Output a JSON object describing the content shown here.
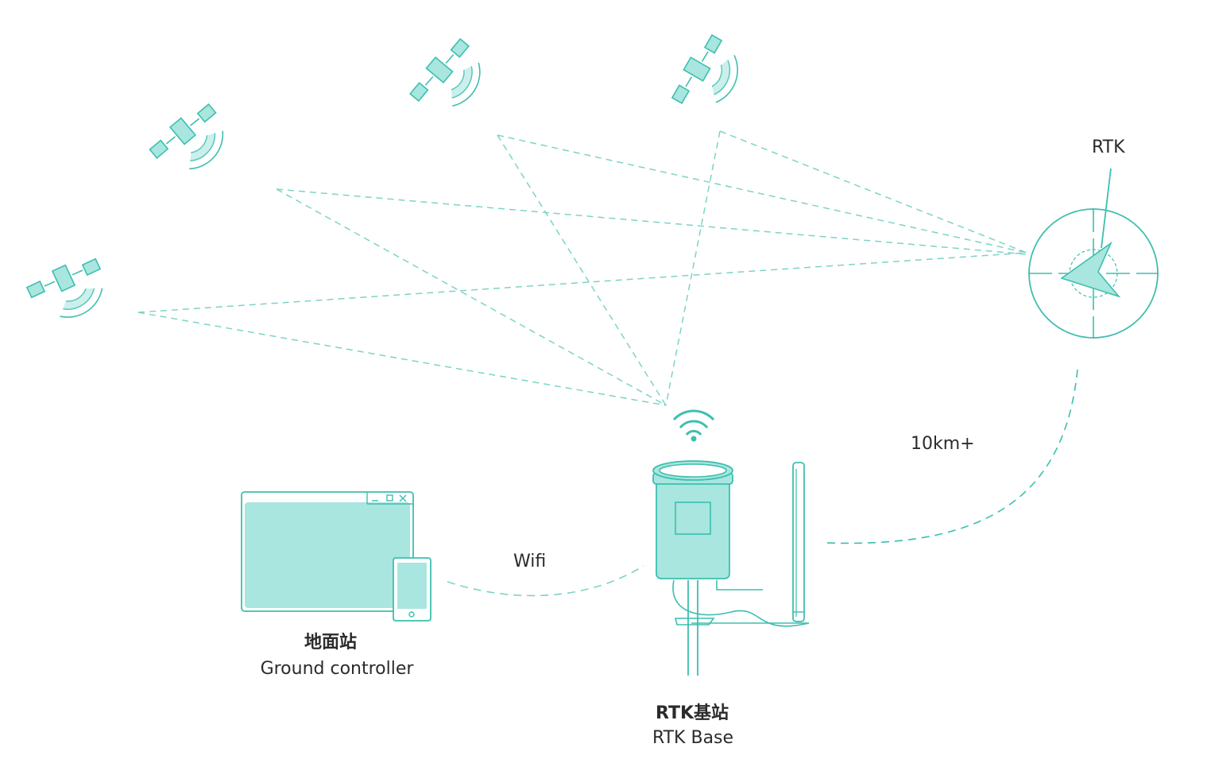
{
  "labels": {
    "rtk_rover": "RTK",
    "range": "10km+",
    "wifi": "Wifi",
    "ground_cn": "地面站",
    "ground_en": "Ground controller",
    "base_cn": "RTK基站",
    "base_en": "RTK Base"
  },
  "colors": {
    "stroke": "#3dbfae",
    "fill": "#a8e6df",
    "dashed": "#7ed3c8",
    "text": "#2b2b2b"
  },
  "icons": [
    "satellite-icon",
    "compass-icon",
    "wifi-signal-icon",
    "rtk-base-station-icon",
    "antenna-icon",
    "ground-controller-icon",
    "tablet-icon"
  ]
}
